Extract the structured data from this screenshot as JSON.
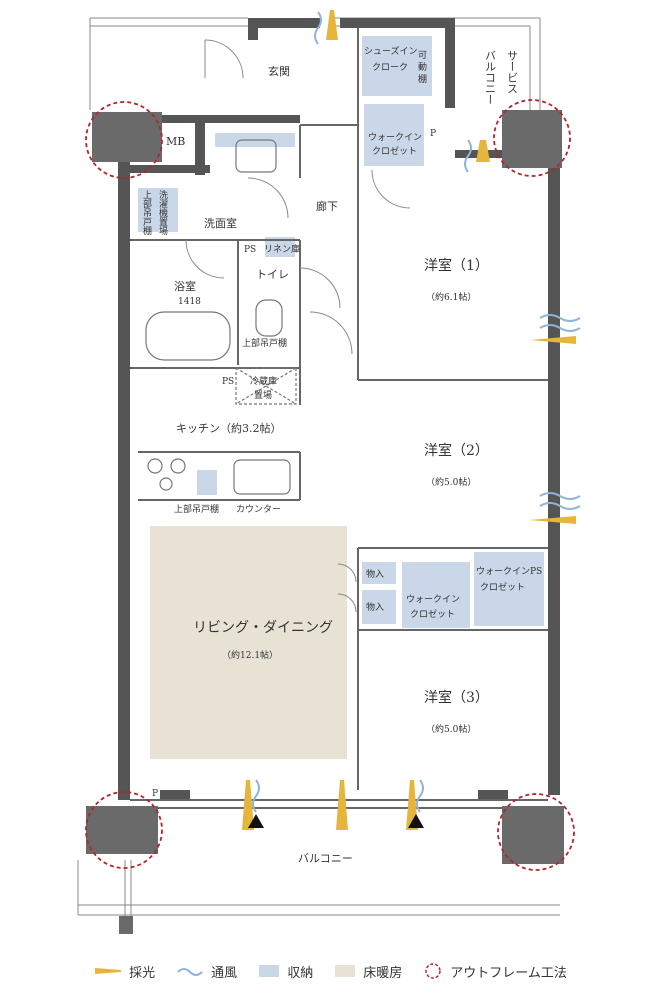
{
  "rooms": {
    "entrance": "玄関",
    "mb": "MB",
    "shoe_closet_l1": "シューズイン",
    "shoe_closet_l2": "クローク",
    "movable_shelf_1": "可",
    "movable_shelf_2": "動",
    "movable_shelf_3": "棚",
    "service_balcony_1": "サービス",
    "service_balcony_2": "バルコニー",
    "wic1_l1": "ウォークイン",
    "wic1_l2": "クロゼット",
    "p1": "P",
    "hallway": "廊下",
    "upper_shelf_1": "上部吊戸棚",
    "washer_1": "洗濯機置場",
    "washroom": "洗面室",
    "ps1": "PS",
    "linen": "リネン庫",
    "bath": "浴室",
    "bath_size": "1418",
    "toilet": "トイレ",
    "upper_shelf_2": "上部吊戸棚",
    "fridge_l1": "冷蔵庫",
    "fridge_l2": "置場",
    "ps2": "PS",
    "kitchen": "キッチン（約3.2帖）",
    "upper_shelf_3": "上部吊戸棚",
    "counter": "カウンター",
    "room1": "洋室（1）",
    "room1_size": "（約6.1帖）",
    "room2": "洋室（2）",
    "room2_size": "（約5.0帖）",
    "storage1": "物入",
    "storage2": "物入",
    "wic2_l1": "ウォークイン",
    "wic2_l2": "クロゼット",
    "wic3_l1": "ウォークイン",
    "wic3_l2": "クロゼット",
    "ps3": "PS",
    "living": "リビング・ダイニング",
    "living_size": "（約12.1帖）",
    "room3": "洋室（3）",
    "room3_size": "（約5.0帖）",
    "p2": "P",
    "balcony": "バルコニー"
  },
  "legend": {
    "light": "採光",
    "wind": "通風",
    "storage": "収納",
    "floor_heating": "床暖房",
    "outframe": "アウトフレーム工法"
  },
  "colors": {
    "storage": "#c9d7e8",
    "floor_heating": "#e7e2d4",
    "light": "#e5b53c",
    "wind": "#8fb4d9",
    "outframe": "#b0262b",
    "wall": "#555555",
    "pillar": "#6a6a6a"
  }
}
